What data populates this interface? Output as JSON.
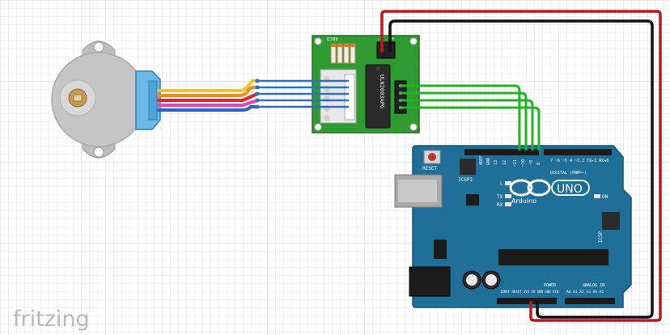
{
  "app": {
    "watermark": "fritzing"
  },
  "colors": {
    "grid_minor": "#e3e3ea",
    "grid_major": "#cfd0dc",
    "arduino_board": "#1f6f98",
    "driver_board": "#2f8f2f",
    "motor_body": "#bfbfbf",
    "motor_cap": "#6ab7e4",
    "wire_power": "#c0161c",
    "wire_ground": "#111111",
    "wire_signal": "#22b422",
    "wire_motor": "#2f6fc6"
  },
  "driver_board": {
    "chip_label": "ULN2003APG",
    "header_label": "ABCD",
    "top_labels": [
      "-",
      "+"
    ],
    "led_labels": [
      "A",
      "B",
      "C",
      "D"
    ]
  },
  "arduino": {
    "logo": "UNO",
    "brand": "Arduino",
    "reset_label": "RESET",
    "icsp2_label": "ICSP2",
    "icsp_label": "ICSP",
    "led_labels": [
      "L",
      "TX",
      "RX"
    ],
    "on_label": "ON",
    "digital_label": "DIGITAL (PWM=~)",
    "aref_label": "AREF",
    "gnd_label": "GND",
    "pin_13": "13",
    "pin_12": "12",
    "pin_11": "~11",
    "pin_10": "~10",
    "pin_9": "~9",
    "pin_8": "8",
    "right_pins": "7 ~6 ~5 4 ~3 2 TX▸1 RX◂0",
    "power_label": "POWER",
    "power_pins": "IOREF RESET 3V3 5V GND GND VIN",
    "analog_label": "ANALOG IN",
    "analog_pins": "A0 A1 A2 A3 A4 A5"
  }
}
